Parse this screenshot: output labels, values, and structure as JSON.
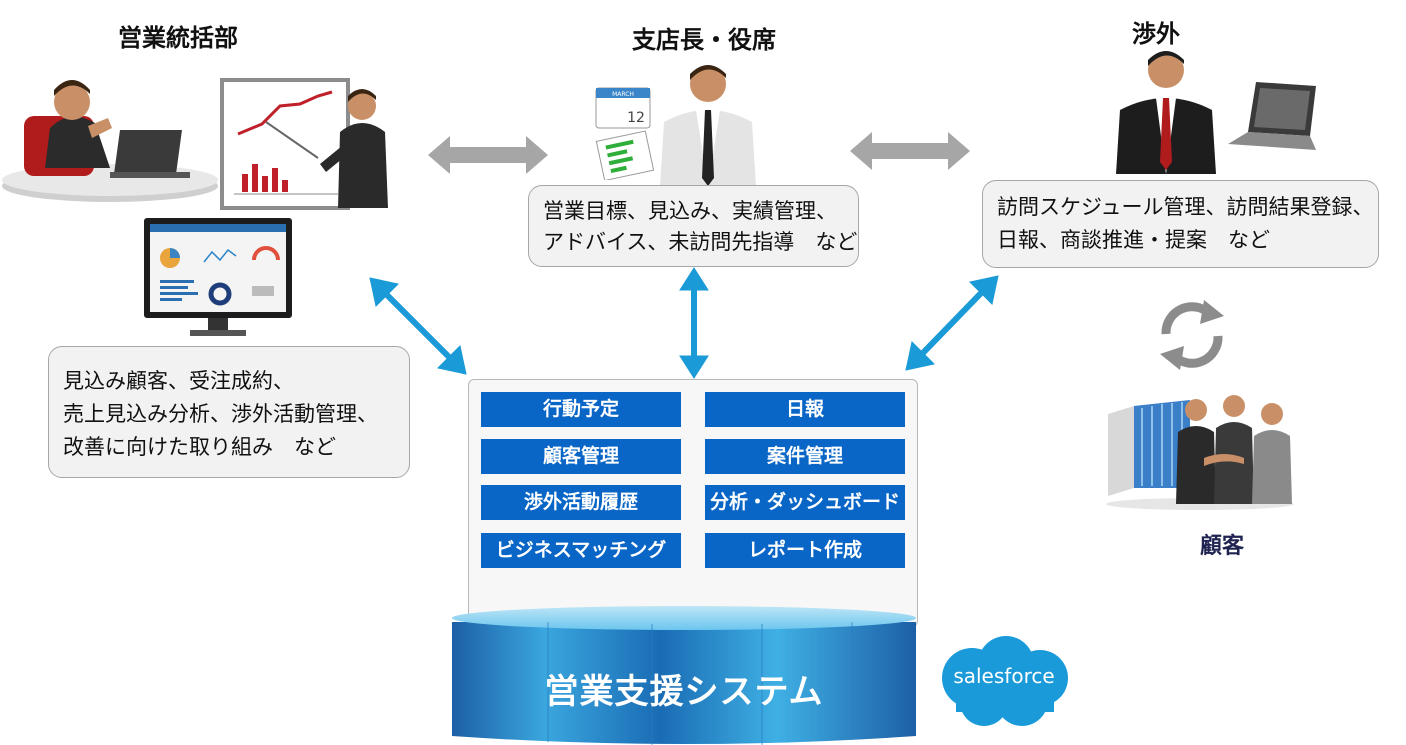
{
  "headings": {
    "sales_dept": "営業統括部",
    "branch": "支店長・役席",
    "field": "渉外",
    "customer": "顧客"
  },
  "bubbles": {
    "sales_dept": [
      "見込み顧客、受注成約、",
      "売上見込み分析、渉外活動管理、",
      "改善に向けた取り組み　など"
    ],
    "branch": [
      "営業目標、見込み、実績管理、",
      "アドバイス、未訪問先指導　など"
    ],
    "field": [
      "訪問スケジュール管理、訪問結果登録、",
      "日報、商談推進・提案　など"
    ]
  },
  "functions": [
    "行動予定",
    "日報",
    "顧客管理",
    "案件管理",
    "渉外活動履歴",
    "分析・ダッシュボード",
    "ビジネスマッチング",
    "レポート作成"
  ],
  "system_label": "営業支援システム",
  "logo_text": "salesforce",
  "calendar": {
    "month": "MARCH",
    "day": "12"
  },
  "colors": {
    "arrow_blue": "#1a9ad6",
    "arrow_gray": "#a6a6a6",
    "button_blue": "#0a66c6",
    "cylinder_dark": "#1c5a9e",
    "cylinder_light": "#4fb8e8",
    "salesforce_blue": "#1b9ad9"
  }
}
